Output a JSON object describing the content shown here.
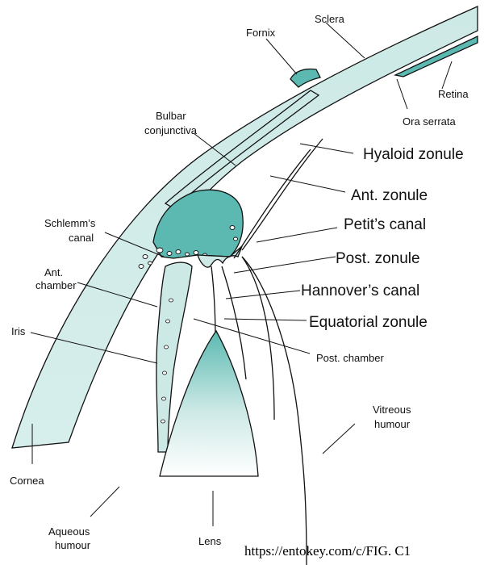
{
  "colors": {
    "teal_dark": "#5bb9b1",
    "teal_light": "#cde9e6",
    "outline": "#111111",
    "background": "#ffffff"
  },
  "labels": {
    "sclera": "Sclera",
    "fornix": "Fornix",
    "retina": "Retina",
    "ora_serrata": "Ora serrata",
    "bulbar_conjunctiva_line1": "Bulbar",
    "bulbar_conjunctiva_line2": "conjunctiva",
    "hyaloid_zonule": "Hyaloid zonule",
    "ant_zonule": "Ant. zonule",
    "petits_canal": "Petit’s canal",
    "schlemms_canal_line1": "Schlemm’s",
    "schlemms_canal_line2": "canal",
    "post_zonule": "Post. zonule",
    "ant_chamber_line1": "Ant.",
    "ant_chamber_line2": "chamber",
    "hannovers_canal": "Hannover’s canal",
    "equatorial_zonule": "Equatorial zonule",
    "iris": "Iris",
    "post_chamber": "Post. chamber",
    "vitreous_humour_line1": "Vitreous",
    "vitreous_humour_line2": "humour",
    "cornea": "Cornea",
    "aqueous_humour_line1": "Aqueous",
    "aqueous_humour_line2": "humour",
    "lens": "Lens"
  },
  "source_url": "https://entokey.com/c/FIG. C1"
}
